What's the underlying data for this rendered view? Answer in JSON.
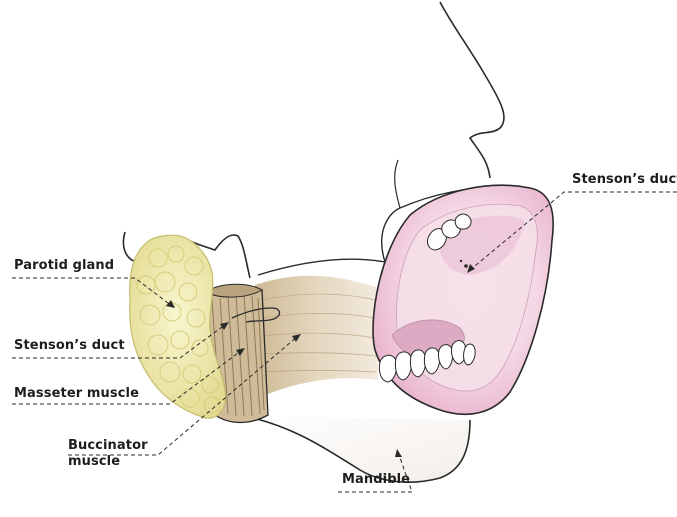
{
  "labels": {
    "parotid_gland": "Parotid gland",
    "stensons_duct_left": "Stenson’s duct",
    "masseter_muscle": "Masseter muscle",
    "buccinator_line1": "Buccinator",
    "buccinator_line2": "muscle",
    "mandible": "Mandible",
    "stensons_duct_right": "Stenson’s duct"
  },
  "colors": {
    "outline": "#2a2a2a",
    "parotid_fill": "#f3efb4",
    "parotid_shade": "#ddd58a",
    "masseter_fill": "#c9b592",
    "masseter_stripe": "#8f7a58",
    "buccinator_fill": "#d8c7a6",
    "mouth_inner": "#f3d4e2",
    "mouth_rim": "#e8b2cc",
    "tongue": "#d7a7bf",
    "teeth": "#ffffff"
  }
}
